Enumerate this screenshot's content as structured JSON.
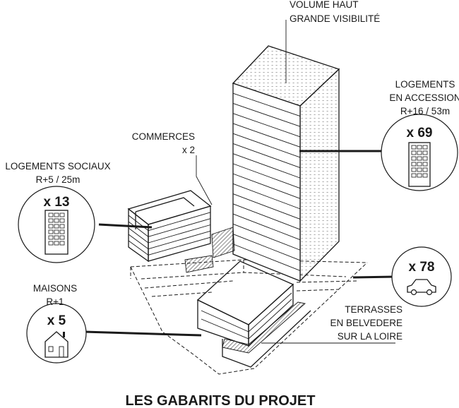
{
  "title": "LES GABARITS DU PROJET",
  "labels": {
    "volume_haut": [
      "VOLUME HAUT",
      "GRANDE VISIBILITÉ"
    ],
    "logements_accession": [
      "LOGEMENTS",
      "EN ACCESSION",
      "R+16 / 53m"
    ],
    "commerces": [
      "COMMERCES",
      "x 2"
    ],
    "logements_sociaux": [
      "LOGEMENTS SOCIAUX",
      "R+5 / 25m"
    ],
    "maisons": [
      "MAISONS",
      "R+1"
    ],
    "terrasses": [
      "TERRASSES",
      "EN BELVEDERE",
      "SUR LA LOIRE"
    ]
  },
  "counts": {
    "accession": "x 69",
    "sociaux": "x 13",
    "maisons": "x 5",
    "parking": "x 78"
  },
  "icons": {
    "accession": "building-icon",
    "sociaux": "building-icon",
    "maisons": "house-icon",
    "parking": "car-icon"
  },
  "colors": {
    "ink": "#1a1a1a",
    "background": "#ffffff"
  }
}
